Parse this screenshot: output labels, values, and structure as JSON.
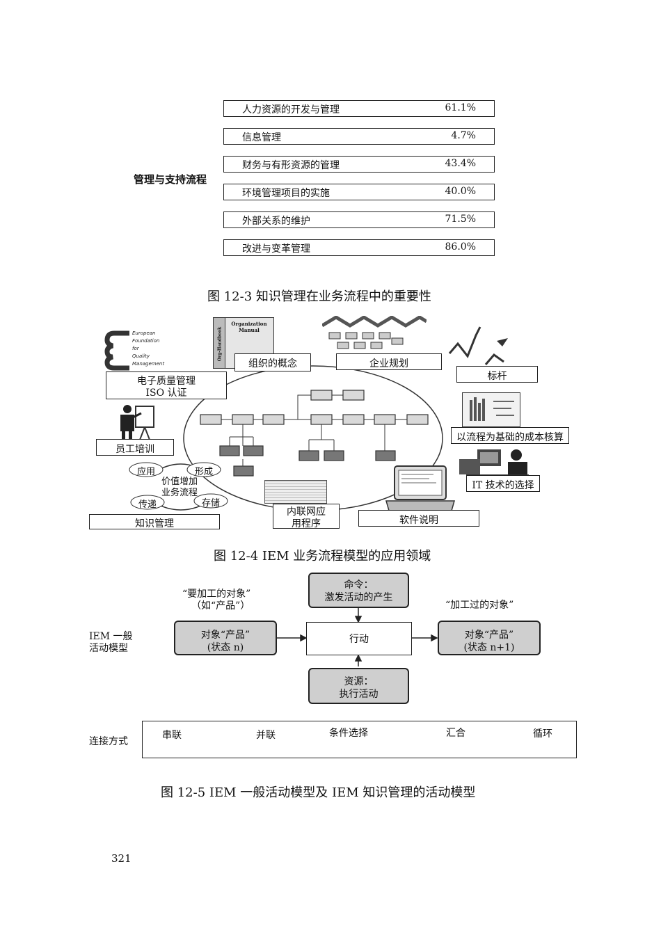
{
  "fig3": {
    "group_label": "管理与支持流程",
    "items": [
      {
        "label": "人力资源的开发与管理",
        "value": "61.1%"
      },
      {
        "label": "信息管理",
        "value": "4.7%"
      },
      {
        "label": "财务与有形资源的管理",
        "value": "43.4%"
      },
      {
        "label": "环境管理项目的实施",
        "value": "40.0%"
      },
      {
        "label": "外部关系的维护",
        "value": "71.5%"
      },
      {
        "label": "改进与变革管理",
        "value": "86.0%"
      }
    ],
    "caption": "图 12-3  知识管理在业务流程中的重要性"
  },
  "fig4": {
    "efqm_text": [
      "European",
      "Foundation",
      "for",
      "Quality",
      "Management"
    ],
    "book_title": "Organization Manual",
    "book_spine": "Org-Handbook",
    "labels": {
      "quality": "电子质量管理",
      "iso": "ISO 认证",
      "org": "组织的概念",
      "planning": "企业规划",
      "benchmark": "标杆",
      "cost": "以流程为基础的成本核算",
      "it": "IT 技术的选择",
      "software": "软件说明",
      "intranet1": "内联网应",
      "intranet2": "用程序",
      "knowledge": "知识管理",
      "training": "员工培训"
    },
    "cycle": {
      "apply": "应用",
      "form": "形成",
      "value_add": "价值增加",
      "process": "业务流程",
      "transfer": "传递",
      "store": "存储"
    },
    "caption": "图 12-4  IEM 业务流程模型的应用领域"
  },
  "fig5": {
    "model_label1": "IEM 一般",
    "model_label2": "活动模型",
    "object_in_top1": "“要加工的对象”",
    "object_in_top2": "（如“产品”）",
    "object_out_top": "“加工过的对象”",
    "command1": "命令：",
    "command2": "激发活动的产生",
    "in_box1": "对象“产品”",
    "in_box2": "(状态 n)",
    "action": "行动",
    "out_box1": "对象“产品”",
    "out_box2": "(状态 n+1)",
    "resource1": "资源：",
    "resource2": "执行活动",
    "connect_label": "连接方式",
    "connect": [
      "串联",
      "并联",
      "条件选择",
      "汇合",
      "循环"
    ],
    "caption": "图 12-5   IEM 一般活动模型及 IEM 知识管理的活动模型"
  },
  "page_number": "321"
}
